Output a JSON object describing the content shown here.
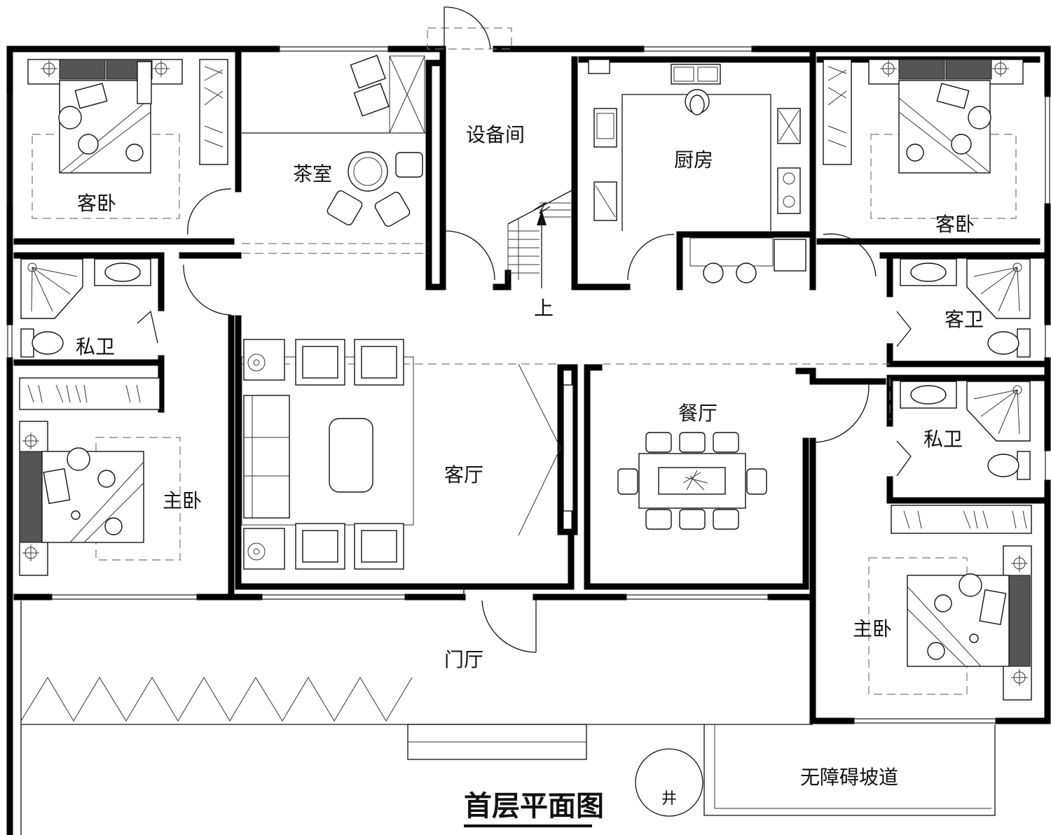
{
  "title": "首层平面图",
  "rooms": {
    "guest_bedroom_left": "客卧",
    "tea_room": "茶室",
    "equipment_room": "设备间",
    "kitchen": "厨房",
    "guest_bedroom_right": "客卧",
    "private_bath_left": "私卫",
    "stair_up": "上",
    "guest_bath": "客卫",
    "master_bedroom_left": "主卧",
    "living_room": "客厅",
    "dining_room": "餐厅",
    "private_bath_right": "私卫",
    "master_bedroom_right": "主卧",
    "foyer": "门厅",
    "ramp": "无障碍坡道",
    "well": "井"
  }
}
